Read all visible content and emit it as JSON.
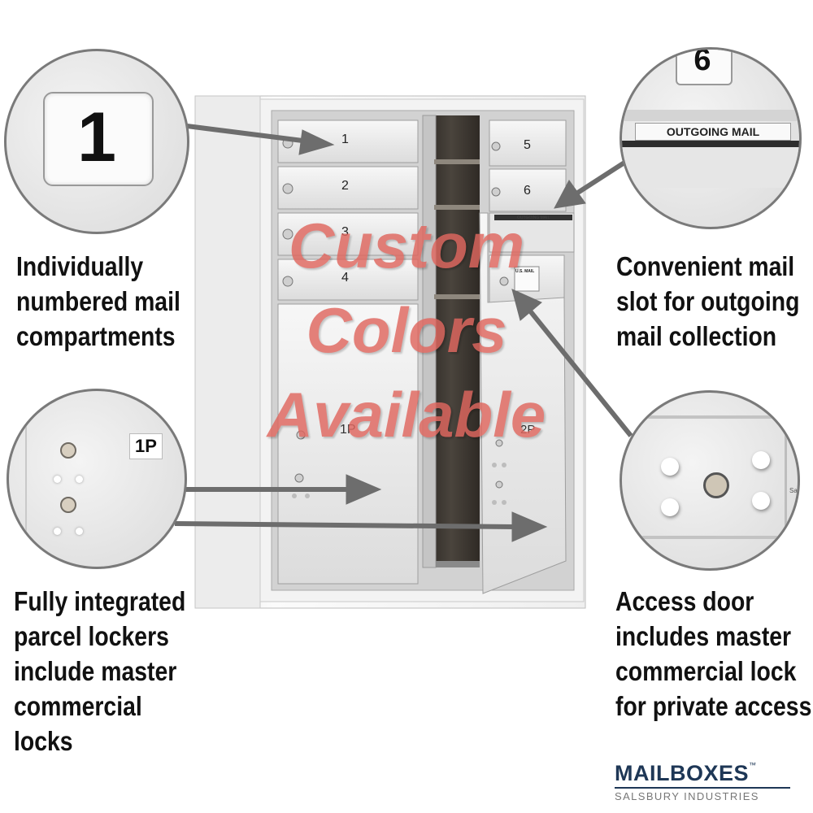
{
  "callouts": {
    "numbered": {
      "zoom_number": "1",
      "lines": [
        "Individually",
        "numbered mail",
        "compartments"
      ]
    },
    "parcel": {
      "zoom_label": "1P",
      "lines": [
        "Fully integrated",
        "parcel lockers",
        "include master",
        "commercial",
        "locks"
      ]
    },
    "outgoing": {
      "zoom_number": "6",
      "zoom_label": "OUTGOING MAIL",
      "lines": [
        "Convenient mail",
        "slot for outgoing",
        "mail collection"
      ]
    },
    "access": {
      "zoom_label": "Sa",
      "lines": [
        "Access door",
        "includes master",
        "commercial lock",
        "for private access"
      ]
    }
  },
  "mailbox": {
    "doors": [
      {
        "number": "1"
      },
      {
        "number": "2"
      },
      {
        "number": "3"
      },
      {
        "number": "4"
      },
      {
        "number": "5"
      },
      {
        "number": "6"
      }
    ],
    "parcel_lockers": [
      "1P",
      "2P"
    ],
    "slot_label": "OUTGOING MAIL",
    "usmail_label": "U.S. MAIL"
  },
  "watermark": {
    "lines": [
      "Custom",
      "Colors",
      "Available"
    ],
    "color": "#d9534f"
  },
  "brand": {
    "name": "MAILBOXES",
    "trademark": "™",
    "tagline": "SALSBURY INDUSTRIES",
    "color": "#1e3756"
  }
}
